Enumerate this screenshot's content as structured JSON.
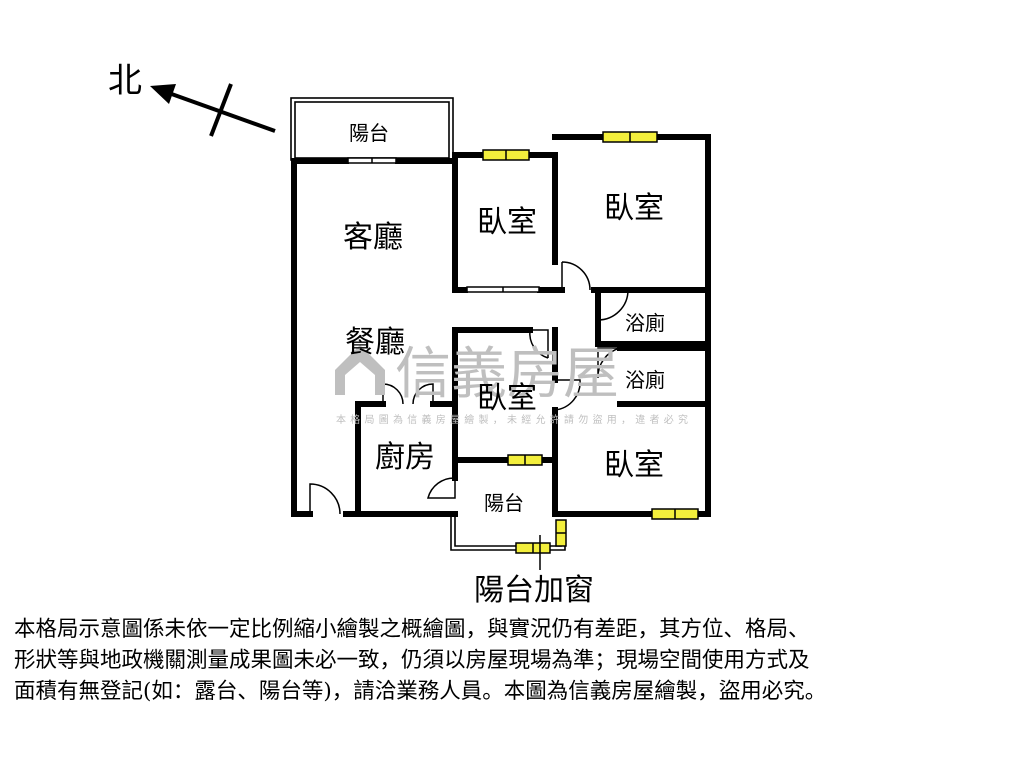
{
  "compass": {
    "label": "北"
  },
  "rooms": {
    "balcony_top": "陽台",
    "living_room": "客廳",
    "dining_room": "餐廳",
    "bedroom_1": "臥室",
    "bedroom_2": "臥室",
    "bedroom_3": "臥室",
    "bedroom_4": "臥室",
    "bathroom_1": "浴廁",
    "bathroom_2": "浴廁",
    "kitchen": "廚房",
    "balcony_bottom": "陽台"
  },
  "annotation": {
    "balcony_window": "陽台加窗"
  },
  "watermark": {
    "brand": "信義房屋",
    "notice": "本格局圖為信義房屋繪製，未經允許請勿盜用，違者必究"
  },
  "disclaimer": "本格局示意圖係未依一定比例縮小繪製之概繪圖，與實況仍有差距，其方位、格局、\n形狀等與地政機關測量成果圖未必一致，仍須以房屋現場為準；現場空間使用方式及\n面積有無登記(如：露台、陽台等)，請洽業務人員。本圖為信義房屋繪製，盜用必究。",
  "colors": {
    "wall": "#000000",
    "window_fill": "#f3ef3c",
    "watermark": "#bfbfbf"
  }
}
